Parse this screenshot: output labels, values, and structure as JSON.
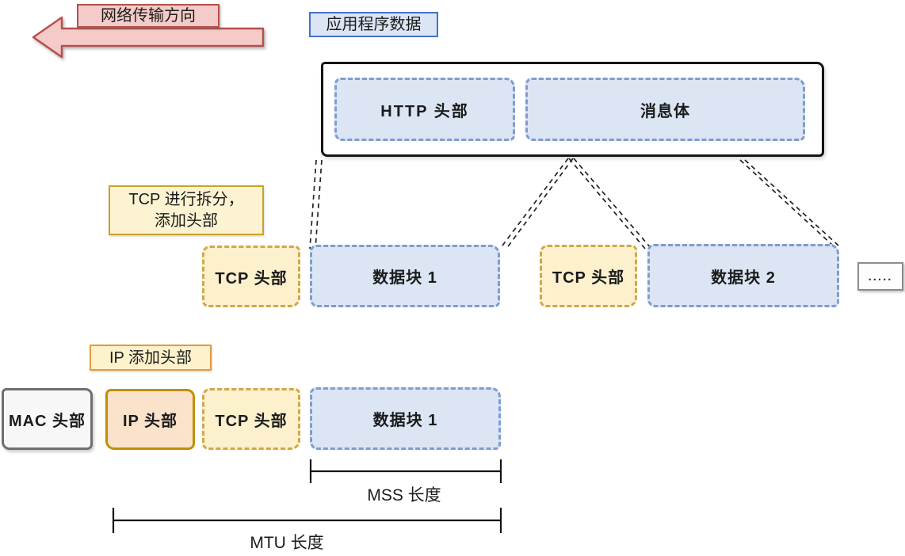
{
  "header": {
    "direction_label": "网络传输方向",
    "app_data_label": "应用程序数据"
  },
  "application_layer": {
    "http_header": "HTTP 头部",
    "message_body": "消息体"
  },
  "tcp_layer": {
    "note_line1": "TCP 进行拆分，",
    "note_line2": "添加头部",
    "segments": [
      {
        "header": "TCP 头部",
        "data": "数据块 1"
      },
      {
        "header": "TCP 头部",
        "data": "数据块 2"
      }
    ],
    "more": "....."
  },
  "ip_layer": {
    "note": "IP 添加头部",
    "frame": {
      "mac_header": "MAC 头部",
      "ip_header": "IP 头部",
      "tcp_header": "TCP 头部",
      "data_block": "数据块 1"
    }
  },
  "measurements": {
    "mss": "MSS 长度",
    "mtu": "MTU 长度"
  },
  "colors": {
    "blue_fill": "#dbe5f3",
    "blue_dash_border": "#7f9cd0",
    "blue_label_border": "#4472c4",
    "yellow_fill": "#fcf0cd",
    "yellow_dash_border": "#d0a849",
    "peach_fill": "#fbe2cb",
    "gold_border": "#bf9000",
    "gray_fill": "#f7f7f7",
    "gray_border": "#6f6f6f",
    "pink_fill": "#f4cbc8",
    "red_border": "#b5504c",
    "line_color": "#1b1b1b"
  }
}
